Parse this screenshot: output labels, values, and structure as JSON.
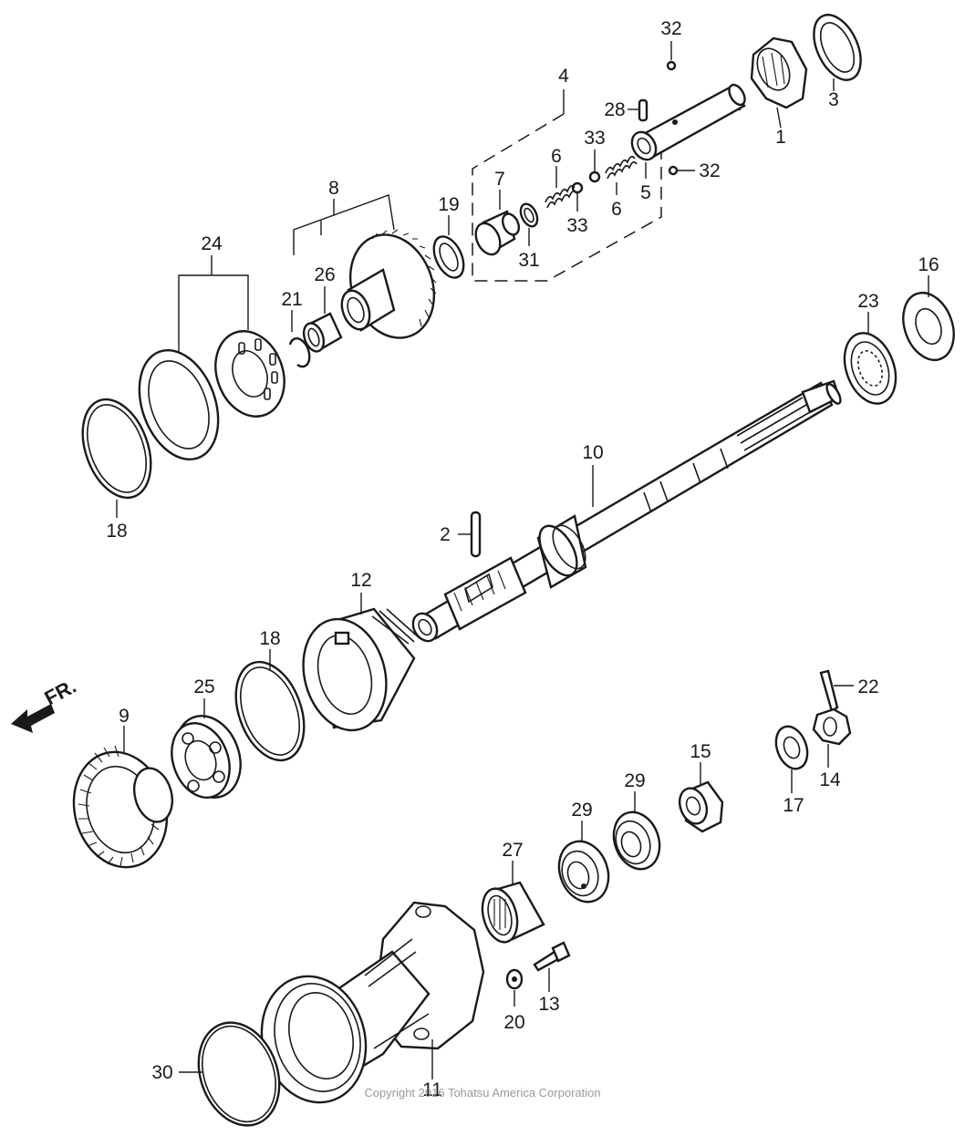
{
  "diagram": {
    "callouts": {
      "p1": "1",
      "p2": "2",
      "p3": "3",
      "p4": "4",
      "p5": "5",
      "p6a": "6",
      "p6b": "6",
      "p7": "7",
      "p8": "8",
      "p9": "9",
      "p10": "10",
      "p11": "11",
      "p12": "12",
      "p13": "13",
      "p14": "14",
      "p15": "15",
      "p16": "16",
      "p17": "17",
      "p18a": "18",
      "p18b": "18",
      "p19": "19",
      "p20": "20",
      "p21": "21",
      "p22": "22",
      "p23": "23",
      "p24": "24",
      "p25": "25",
      "p26": "26",
      "p27": "27",
      "p28": "28",
      "p29a": "29",
      "p29b": "29",
      "p30": "30",
      "p31": "31",
      "p32a": "32",
      "p32b": "32",
      "p33a": "33",
      "p33b": "33"
    },
    "direction_label": "FR.",
    "copyright": "Copyright 2016 Tohatsu America Corporation"
  }
}
